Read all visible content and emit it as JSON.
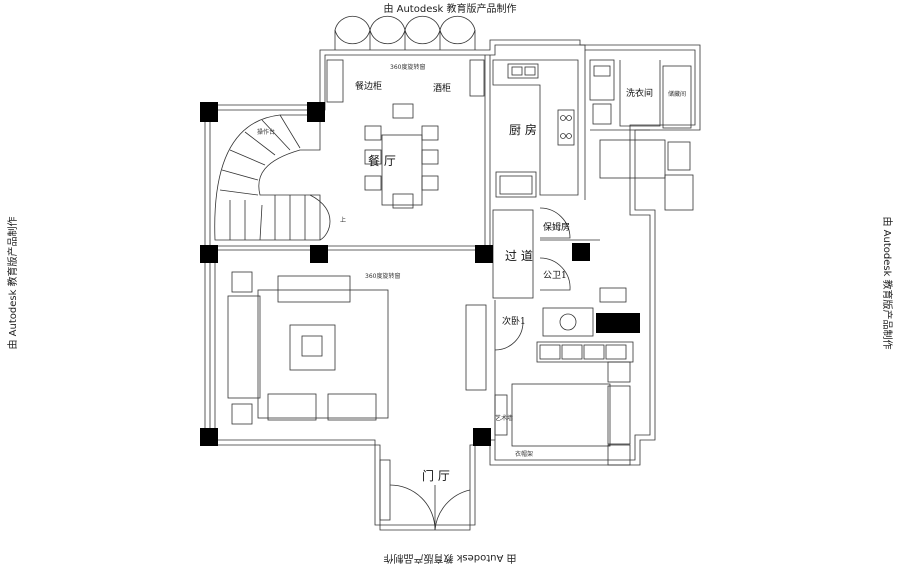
{
  "watermark": "由 Autodesk 教育版产品制作",
  "rooms": {
    "dining": "餐 厅",
    "kitchen": "厨 房",
    "laundry": "洗衣间",
    "nanny": "保姆房",
    "corridor": "过 道",
    "bath": "公卫1",
    "bedroom": "次卧1",
    "foyer": "门 厅"
  },
  "labels": {
    "sideboard": "餐边柜",
    "wine_cabinet": "酒柜",
    "stair_platform": "操作台",
    "stair_up": "上",
    "rotating_window_1": "360度旋转窗",
    "rotating_window_2": "360度旋转窗",
    "wardrobe": "衣帽架",
    "art_wall": "艺术墙",
    "storage": "储藏间"
  }
}
